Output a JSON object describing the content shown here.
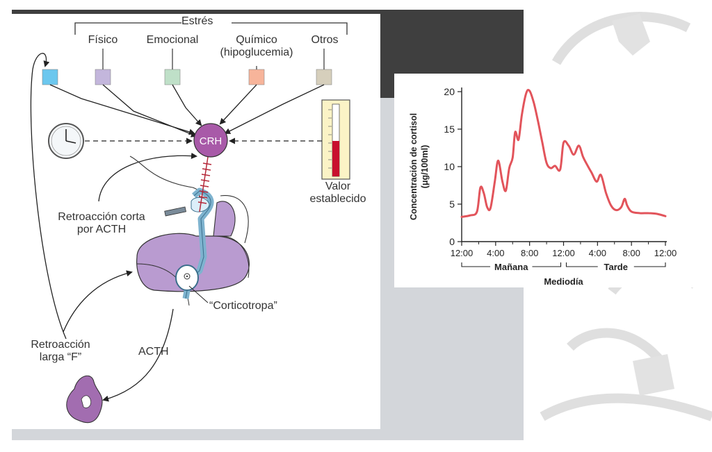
{
  "diagram": {
    "stress_title": "Estrés",
    "stress_categories": [
      {
        "label": "Físico",
        "color": "#c3b6dc"
      },
      {
        "label": "Emocional",
        "color": "#bfe0c8"
      },
      {
        "label": "Químico\n(hipoglucemia)",
        "color": "#f7b49a"
      },
      {
        "label": "Otros",
        "color": "#d6cfbc"
      }
    ],
    "left_box_color": "#6cc7ee",
    "crh_label": "CRH",
    "crh_color": "#a85aa8",
    "setpoint_label": "Valor\nestablecido",
    "short_feedback_label": "Retroacción corta\npor ACTH",
    "corticotrope_label": "“Corticotropa”",
    "long_feedback_label": "Retroacción\nlarga “F”",
    "acth_label": "ACTH",
    "pituitary_color": "#b99bd0",
    "adrenal_color": "#a26db0",
    "vessel_color": "#7eb3cf"
  },
  "chart_data": {
    "type": "line",
    "ylabel": "Concentración de cortisol\n(μg/100ml)",
    "xlabel": "Mediodía",
    "x_tick_labels": [
      "12:00",
      "4:00",
      "8:00",
      "12:00",
      "4:00",
      "8:00",
      "12:00"
    ],
    "y_tick_labels": [
      "0",
      "5",
      "10",
      "15",
      "20"
    ],
    "period_labels": [
      "Mañana",
      "Tarde"
    ],
    "ylim": [
      0,
      20
    ],
    "xlim": [
      0,
      24
    ],
    "series_color": "#e2545b",
    "x": [
      0,
      1.0,
      1.8,
      2.2,
      2.6,
      3.0,
      3.4,
      3.9,
      4.3,
      4.8,
      5.2,
      5.6,
      6.0,
      6.3,
      6.7,
      7.1,
      7.6,
      8.0,
      8.5,
      9.0,
      9.5,
      10.0,
      10.5,
      11.0,
      11.6,
      12.0,
      12.6,
      13.2,
      13.8,
      14.3,
      14.8,
      15.3,
      15.9,
      16.4,
      17.0,
      17.6,
      18.2,
      18.8,
      19.2,
      19.5,
      20.0,
      21.0,
      22.0,
      23.0,
      24.0
    ],
    "y": [
      3.3,
      3.5,
      4.0,
      7.2,
      6.5,
      4.6,
      4.5,
      8.0,
      10.8,
      8.0,
      6.8,
      9.8,
      11.2,
      14.6,
      13.6,
      17.0,
      19.8,
      20.1,
      18.5,
      16.0,
      13.2,
      10.5,
      9.8,
      10.1,
      9.6,
      13.2,
      12.8,
      11.6,
      12.8,
      11.3,
      10.2,
      9.2,
      8.0,
      8.9,
      6.5,
      4.8,
      4.2,
      4.6,
      5.7,
      4.8,
      4.0,
      3.8,
      3.8,
      3.7,
      3.4
    ]
  }
}
